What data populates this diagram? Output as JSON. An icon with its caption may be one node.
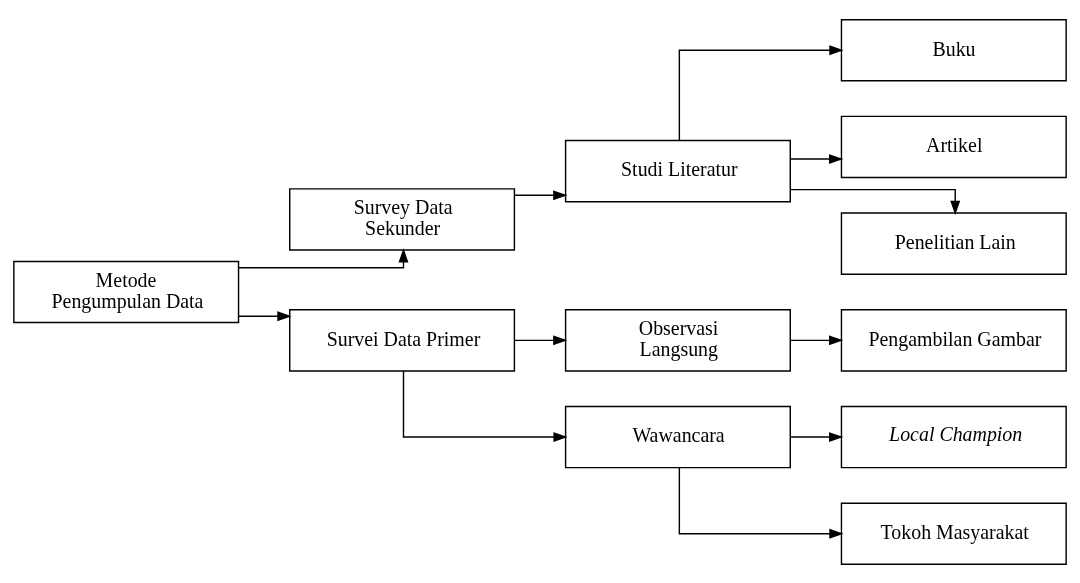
{
  "diagram": {
    "nodes": [
      {
        "text": [
          "Metode Pengumpulan Data"
        ]
      },
      {
        "text": [
          "Survey Data Sekunder"
        ]
      },
      {
        "text": [
          "Studi Literatur"
        ]
      },
      {
        "text": [
          "Buku"
        ]
      },
      {
        "text": [
          "Artikel"
        ]
      },
      {
        "text": [
          "Penelitian Lain"
        ]
      },
      {
        "text": [
          "Survei Data Primer"
        ]
      },
      {
        "text": [
          "Observasi Langsung"
        ]
      },
      {
        "text": [
          "Pengambilan Gambar"
        ]
      },
      {
        "text": [
          "Wawancara"
        ]
      },
      {
        "text": [
          "Local Champion"
        ]
      },
      {
        "text": [
          "Tokoh Masyarakat"
        ]
      }
    ],
    "edges": [
      {
        "from": 0,
        "to": 1,
        "arrow": "to"
      },
      {
        "from": 0,
        "to": 6,
        "arrow": "to"
      },
      {
        "from": 1,
        "to": 2,
        "arrow": "to"
      },
      {
        "from": 2,
        "to": 3,
        "arrow": "to"
      },
      {
        "from": 2,
        "to": 4,
        "arrow": "to"
      },
      {
        "from": 2,
        "to": 5,
        "arrow": "to"
      },
      {
        "from": 6,
        "to": 7,
        "arrow": "to"
      },
      {
        "from": 6,
        "to": 9,
        "arrow": "to"
      },
      {
        "from": 7,
        "to": 8,
        "arrow": "to"
      },
      {
        "from": 9,
        "to": 10,
        "arrow": "to"
      },
      {
        "from": 9,
        "to": 11,
        "arrow": "to"
      }
    ]
  }
}
